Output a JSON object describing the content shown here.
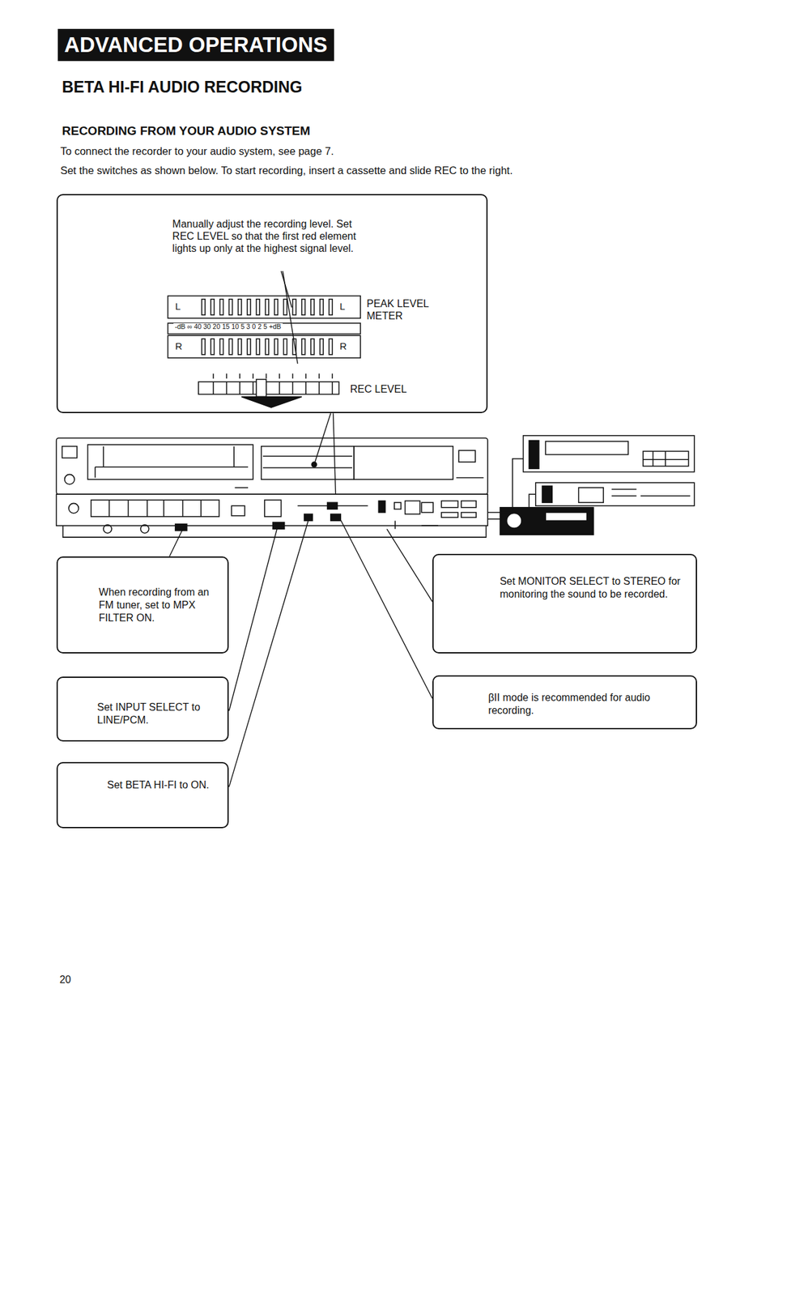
{
  "diagram": {
    "title": "ADVANCED OPERATIONS",
    "nodes": [
      {
        "text": [
          "Manually adjust the recording level. Set REC LEVEL so that the first red element lights up only at the highest signal level.",
          "PEAK LEVEL METER",
          "REC LEVEL"
        ]
      },
      {
        "text": [
          "When recording from an FM tuner, set to MPX FILTER ON."
        ]
      },
      {
        "text": [
          "Set MONITOR SELECT to STEREO for monitoring the sound to be recorded."
        ]
      },
      {
        "text": [
          "Set INPUT SELECT to LINE/PCM."
        ]
      },
      {
        "text": [
          "βII mode is recommended for audio recording."
        ]
      },
      {
        "text": [
          "Set BETA HI-FI to ON."
        ]
      }
    ],
    "edges": [],
    "labels": [
      "BETA HI-FI AUDIO RECORDING",
      "RECORDING FROM YOUR AUDIO SYSTEM",
      "To connect the recorder to your audio system, see page 7.",
      "Set the switches as shown below. To start recording, insert a cassette and slide REC to the right.",
      "L",
      "L",
      "-dB ∞ 40 30 20 15 10 5 3 0 2 5 +dB",
      "R",
      "R",
      "20"
    ]
  }
}
